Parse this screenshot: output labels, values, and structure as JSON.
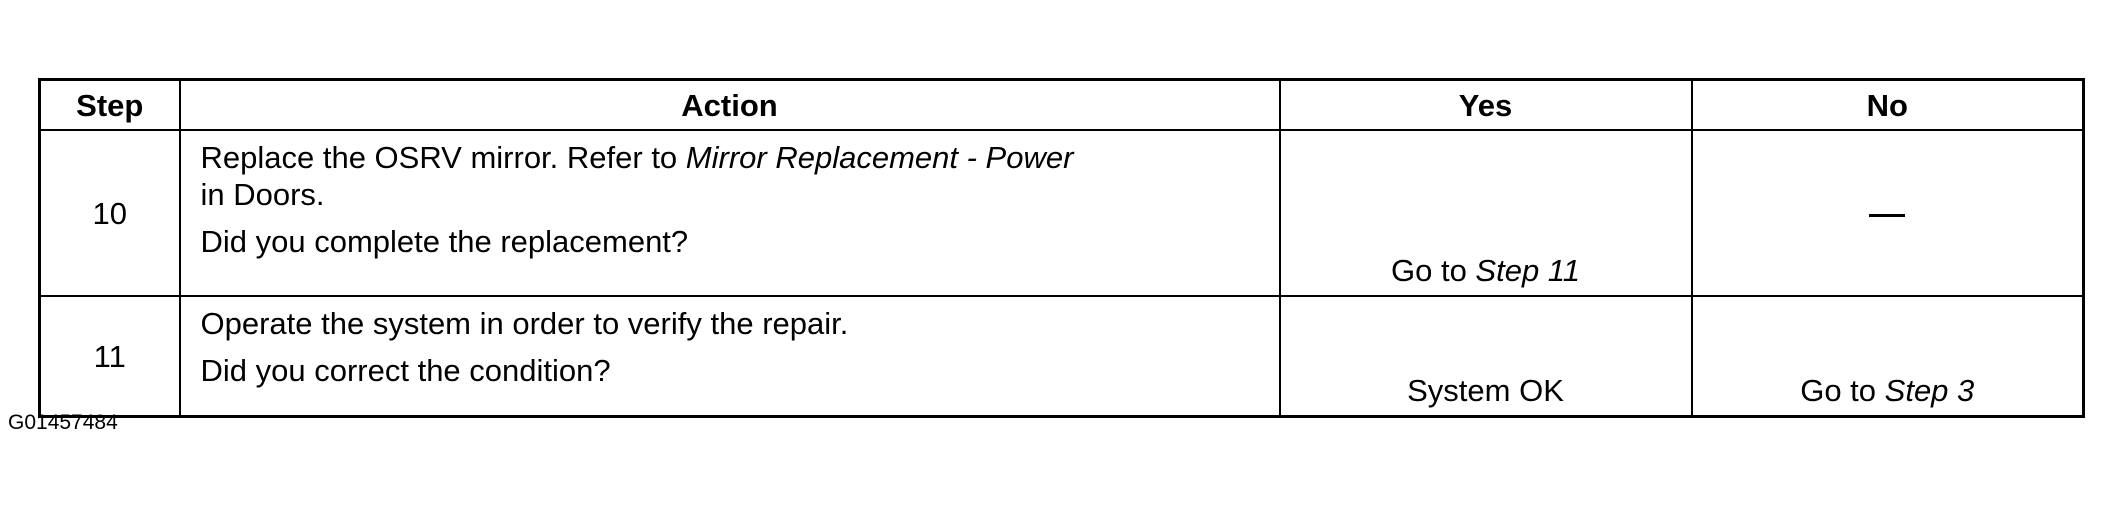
{
  "table": {
    "headers": {
      "step": "Step",
      "action": "Action",
      "yes": "Yes",
      "no": "No"
    },
    "rows": [
      {
        "step": "10",
        "action_line1_plain": "Replace the OSRV mirror. Refer to ",
        "action_line1_italic": "Mirror Replacement - Power",
        "action_line1_tail": " in Doors.",
        "action_question": "Did you complete the replacement?",
        "yes_prefix": "Go to ",
        "yes_italic": "Step 11",
        "no": "—"
      },
      {
        "step": "11",
        "action_line1_plain": "Operate the system in order to verify the repair.",
        "action_question": "Did you correct the condition?",
        "yes_prefix": "System OK",
        "no_prefix": "Go to ",
        "no_italic": "Step 3"
      }
    ]
  },
  "footer": {
    "code": "G01457484"
  }
}
